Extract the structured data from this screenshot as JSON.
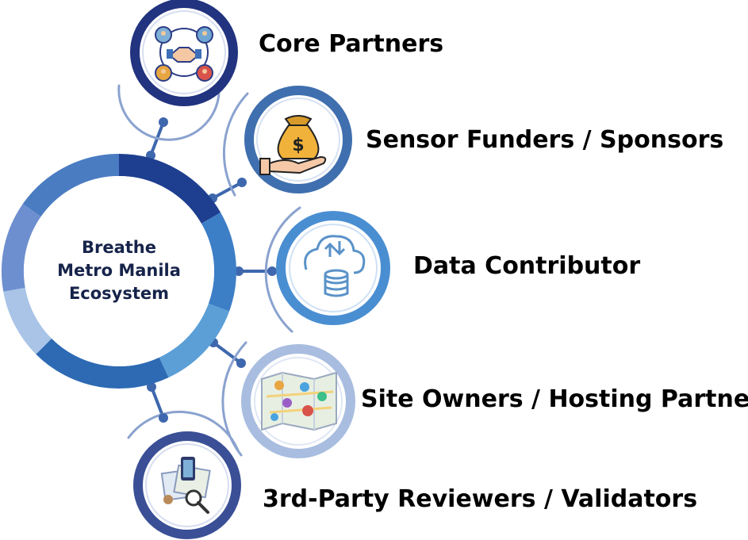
{
  "hub": {
    "line1": "Breathe",
    "line2": "Metro Manila",
    "line3": "Ecosystem",
    "ring_colors": [
      "#1e3f8f",
      "#3d7fc6",
      "#5b9fd6",
      "#2d6ab3",
      "#a9c4e6",
      "#6e8fcf",
      "#4a7cc2"
    ]
  },
  "nodes": [
    {
      "label": "Core Partners",
      "icon": "handshake-network-icon",
      "ring_color": "#22337f"
    },
    {
      "label": "Sensor Funders / Sponsors",
      "icon": "money-bag-hand-icon",
      "ring_color": "#3f6fae"
    },
    {
      "label": "Data Contributor",
      "icon": "cloud-database-icon",
      "ring_color": "#4a8ed2"
    },
    {
      "label": "Site Owners / Hosting Partners",
      "icon": "map-pins-icon",
      "ring_color": "#a8bde0"
    },
    {
      "label": "3rd-Party Reviewers / Validators",
      "icon": "review-magnifier-icon",
      "ring_color": "#3a4f96"
    }
  ],
  "colors": {
    "connector": "#3e67ad",
    "label_text": "#000000",
    "hub_text": "#16234a"
  }
}
